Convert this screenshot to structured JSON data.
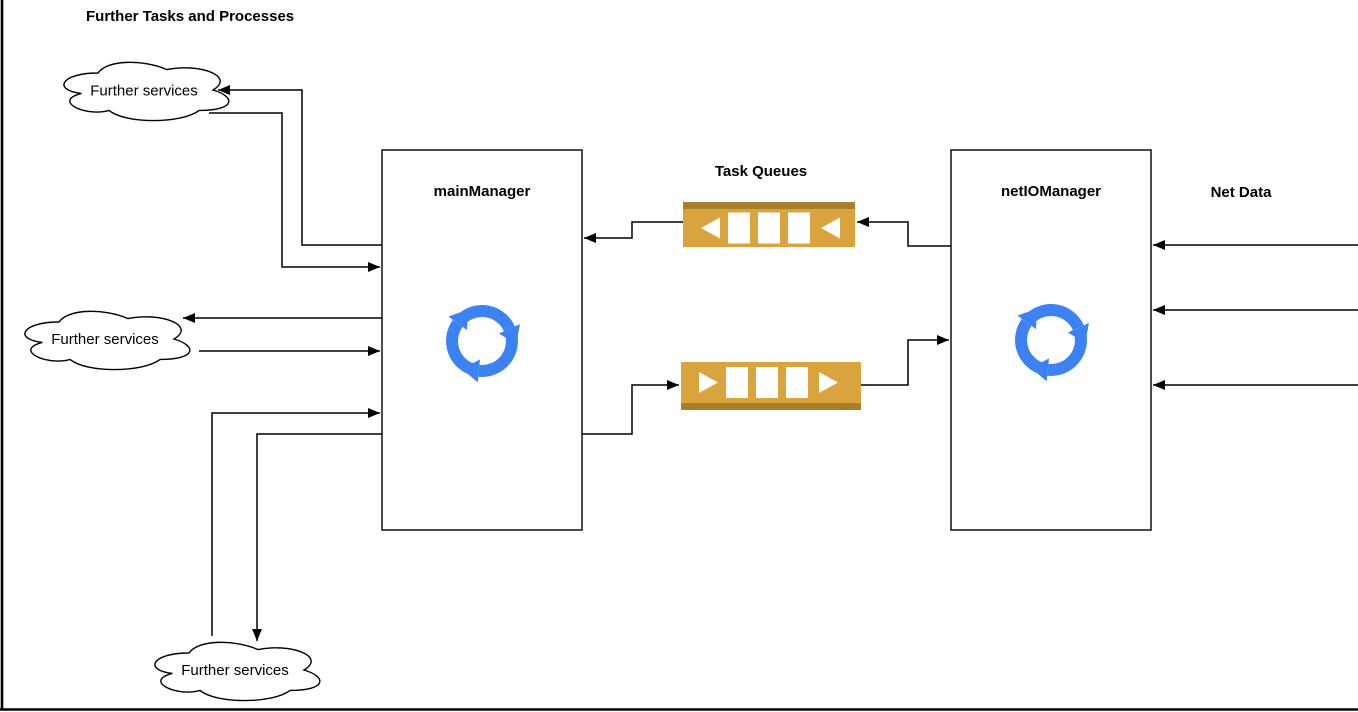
{
  "diagram": {
    "title": "Further Tasks and Processes",
    "labels": {
      "task_queues": "Task Queues",
      "net_data": "Net Data"
    },
    "nodes": {
      "cloud_top": {
        "label": "Further services"
      },
      "cloud_middle": {
        "label": "Further services"
      },
      "cloud_bottom": {
        "label": "Further services"
      },
      "main_manager": {
        "label": "mainManager"
      },
      "net_io_manager": {
        "label": "netIOManager"
      }
    },
    "icons": {
      "process_icon": "sync-cycle-icon",
      "incoming_queue_arrow_direction": "left",
      "outgoing_queue_arrow_direction": "right"
    },
    "colors": {
      "line": "#000000",
      "shape_fill": "#ffffff",
      "shape_stroke": "#000000",
      "icon_blue": "#3D82F2",
      "queue_body": "#D9A33D",
      "queue_stripe": "#A8802B",
      "queue_glyph": "#ffffff"
    }
  }
}
